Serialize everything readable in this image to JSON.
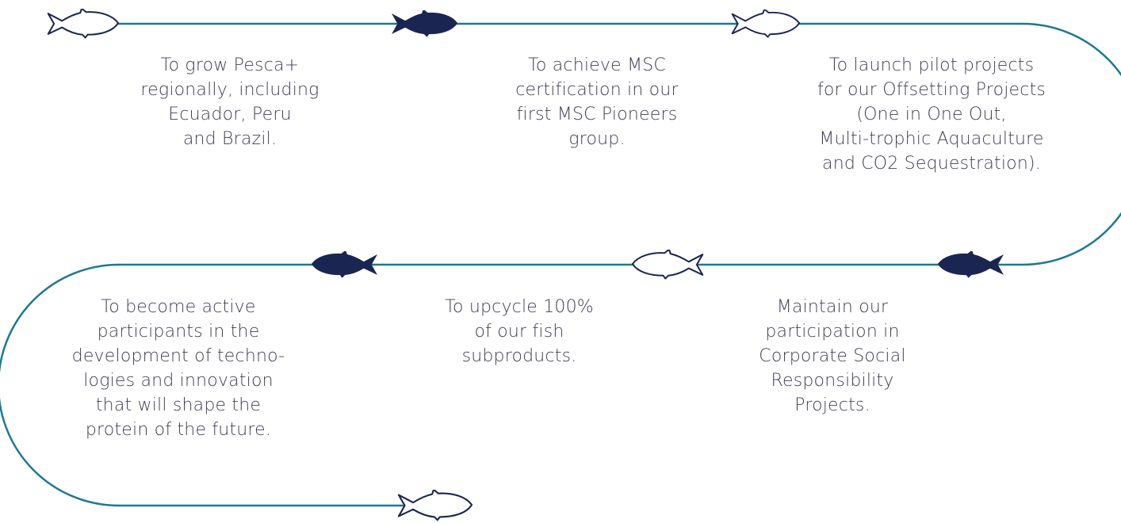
{
  "colors": {
    "path_line": "#1f7891",
    "fish_dark": "#1b2552",
    "fish_outline": "#1b2552",
    "fish_light_fill": "#ffffff",
    "text": "#3f3f55"
  },
  "path": {
    "markers": [
      {
        "name": "fish-outline-icon",
        "style": "outline",
        "facing": "right"
      },
      {
        "name": "fish-filled-icon",
        "style": "filled",
        "facing": "right"
      },
      {
        "name": "fish-outline-icon",
        "style": "outline",
        "facing": "right"
      },
      {
        "name": "fish-filled-icon",
        "style": "filled",
        "facing": "left"
      },
      {
        "name": "fish-outline-icon",
        "style": "outline",
        "facing": "left"
      },
      {
        "name": "fish-filled-icon",
        "style": "filled",
        "facing": "left"
      },
      {
        "name": "fish-outline-icon",
        "style": "outline",
        "facing": "right"
      }
    ]
  },
  "goals": [
    {
      "text": "To grow Pesca+\nregionally, including\nEcuador, Peru\nand Brazil."
    },
    {
      "text": "To achieve MSC\ncertification in our\nfirst MSC Pioneers\ngroup."
    },
    {
      "text": "To launch pilot projects\nfor our Offsetting Projects\n(One in One Out,\nMulti-trophic Aquaculture\nand CO2 Sequestration)."
    },
    {
      "text": "Maintain our\nparticipation in\nCorporate Social\nResponsibility\nProjects."
    },
    {
      "text": "To upcycle 100%\nof our fish\nsubproducts."
    },
    {
      "text": "To become active\nparticipants in the\ndevelopment of techno-\nlogies and innovation\nthat will shape the\nprotein of the future."
    }
  ]
}
